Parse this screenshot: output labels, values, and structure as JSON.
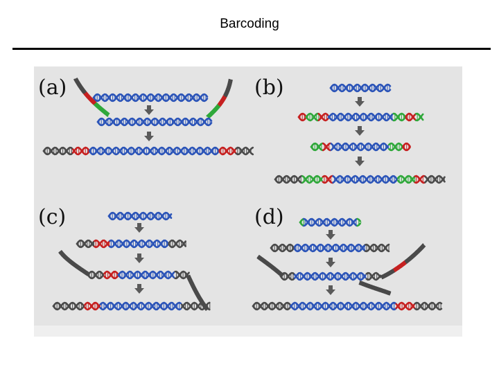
{
  "page": {
    "title": "Barcoding"
  },
  "figure": {
    "colors": {
      "background": "#e4e4e4",
      "bottom_strip": "#efefef",
      "insert_dna": "#2b54b8",
      "vector_dna": "#4a4a4a",
      "red_barcode": "#c62020",
      "green_barcode": "#2fa83a",
      "arrow": "#5a5a5a"
    },
    "panels": [
      {
        "id": "a",
        "label": "(a)"
      },
      {
        "id": "b",
        "label": "(b)"
      },
      {
        "id": "c",
        "label": "(c)"
      },
      {
        "id": "d",
        "label": "(d)"
      }
    ]
  }
}
